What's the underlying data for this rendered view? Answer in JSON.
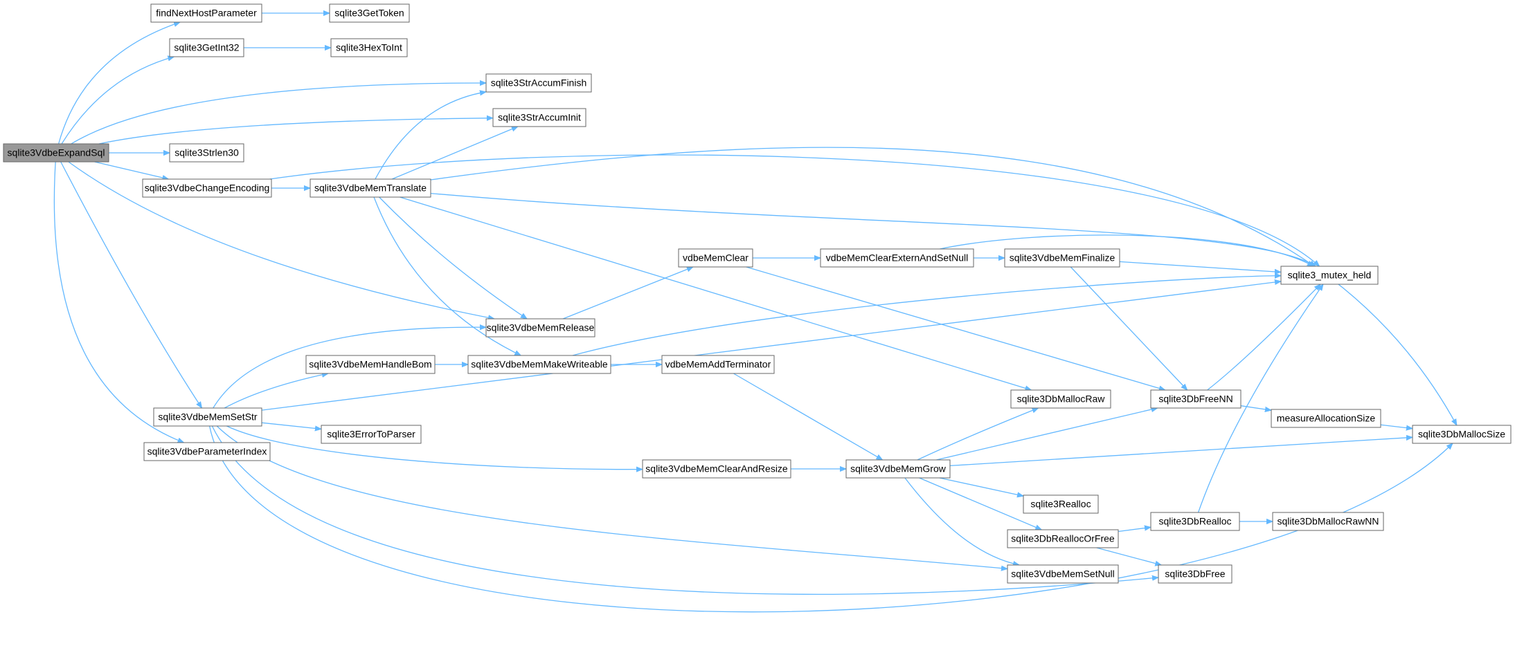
{
  "graph": {
    "colors": {
      "edge": "#63b8ff",
      "root_fill": "#999999",
      "node_border": "#666666",
      "node_fill": "#ffffff"
    },
    "nodes": {
      "sqlite3VdbeExpandSql": "sqlite3VdbeExpandSql",
      "findNextHostParameter": "findNextHostParameter",
      "sqlite3GetToken": "sqlite3GetToken",
      "sqlite3GetInt32": "sqlite3GetInt32",
      "sqlite3HexToInt": "sqlite3HexToInt",
      "sqlite3StrAccumFinish": "sqlite3StrAccumFinish",
      "sqlite3StrAccumInit": "sqlite3StrAccumInit",
      "sqlite3Strlen30": "sqlite3Strlen30",
      "sqlite3VdbeChangeEncoding": "sqlite3VdbeChangeEncoding",
      "sqlite3VdbeMemTranslate": "sqlite3VdbeMemTranslate",
      "sqlite3VdbeMemRelease": "sqlite3VdbeMemRelease",
      "sqlite3VdbeMemHandleBom": "sqlite3VdbeMemHandleBom",
      "sqlite3VdbeMemMakeWriteable": "sqlite3VdbeMemMakeWriteable",
      "vdbeMemAddTerminator": "vdbeMemAddTerminator",
      "vdbeMemClear": "vdbeMemClear",
      "vdbeMemClearExternAndSetNull": "vdbeMemClearExternAndSetNull",
      "sqlite3VdbeMemFinalize": "sqlite3VdbeMemFinalize",
      "sqlite3_mutex_held": "sqlite3_mutex_held",
      "sqlite3VdbeMemSetStr": "sqlite3VdbeMemSetStr",
      "sqlite3VdbeParameterIndex": "sqlite3VdbeParameterIndex",
      "sqlite3ErrorToParser": "sqlite3ErrorToParser",
      "sqlite3DbMallocRaw": "sqlite3DbMallocRaw",
      "sqlite3DbFreeNN": "sqlite3DbFreeNN",
      "measureAllocationSize": "measureAllocationSize",
      "sqlite3DbMallocSize": "sqlite3DbMallocSize",
      "sqlite3VdbeMemClearAndResize": "sqlite3VdbeMemClearAndResize",
      "sqlite3VdbeMemGrow": "sqlite3VdbeMemGrow",
      "sqlite3Realloc": "sqlite3Realloc",
      "sqlite3DbReallocOrFree": "sqlite3DbReallocOrFree",
      "sqlite3DbRealloc": "sqlite3DbRealloc",
      "sqlite3DbMallocRawNN": "sqlite3DbMallocRawNN",
      "sqlite3VdbeMemSetNull": "sqlite3VdbeMemSetNull",
      "sqlite3DbFree": "sqlite3DbFree"
    },
    "edges": [
      [
        "sqlite3VdbeExpandSql",
        "findNextHostParameter"
      ],
      [
        "sqlite3VdbeExpandSql",
        "sqlite3GetInt32"
      ],
      [
        "sqlite3VdbeExpandSql",
        "sqlite3StrAccumFinish"
      ],
      [
        "sqlite3VdbeExpandSql",
        "sqlite3StrAccumInit"
      ],
      [
        "sqlite3VdbeExpandSql",
        "sqlite3Strlen30"
      ],
      [
        "sqlite3VdbeExpandSql",
        "sqlite3VdbeChangeEncoding"
      ],
      [
        "sqlite3VdbeExpandSql",
        "sqlite3VdbeMemRelease"
      ],
      [
        "sqlite3VdbeExpandSql",
        "sqlite3VdbeMemSetStr"
      ],
      [
        "sqlite3VdbeExpandSql",
        "sqlite3VdbeParameterIndex"
      ],
      [
        "findNextHostParameter",
        "sqlite3GetToken"
      ],
      [
        "sqlite3GetInt32",
        "sqlite3HexToInt"
      ],
      [
        "sqlite3VdbeChangeEncoding",
        "sqlite3VdbeMemTranslate"
      ],
      [
        "sqlite3VdbeChangeEncoding",
        "sqlite3_mutex_held"
      ],
      [
        "sqlite3VdbeMemTranslate",
        "sqlite3StrAccumFinish"
      ],
      [
        "sqlite3VdbeMemTranslate",
        "sqlite3StrAccumInit"
      ],
      [
        "sqlite3VdbeMemTranslate",
        "sqlite3DbMallocSize"
      ],
      [
        "sqlite3VdbeMemTranslate",
        "sqlite3_mutex_held"
      ],
      [
        "sqlite3VdbeMemTranslate",
        "sqlite3VdbeMemRelease"
      ],
      [
        "sqlite3VdbeMemTranslate",
        "sqlite3VdbeMemMakeWriteable"
      ],
      [
        "sqlite3VdbeMemTranslate",
        "sqlite3DbMallocRaw"
      ],
      [
        "sqlite3VdbeMemRelease",
        "vdbeMemClear"
      ],
      [
        "vdbeMemClear",
        "vdbeMemClearExternAndSetNull"
      ],
      [
        "vdbeMemClear",
        "sqlite3DbFreeNN"
      ],
      [
        "vdbeMemClearExternAndSetNull",
        "sqlite3VdbeMemFinalize"
      ],
      [
        "vdbeMemClearExternAndSetNull",
        "sqlite3_mutex_held"
      ],
      [
        "sqlite3VdbeMemFinalize",
        "sqlite3_mutex_held"
      ],
      [
        "sqlite3VdbeMemFinalize",
        "sqlite3DbFreeNN"
      ],
      [
        "sqlite3VdbeMemSetStr",
        "sqlite3VdbeMemRelease"
      ],
      [
        "sqlite3VdbeMemSetStr",
        "sqlite3VdbeMemHandleBom"
      ],
      [
        "sqlite3VdbeMemSetStr",
        "sqlite3_mutex_held"
      ],
      [
        "sqlite3VdbeMemSetStr",
        "sqlite3ErrorToParser"
      ],
      [
        "sqlite3VdbeMemSetStr",
        "sqlite3VdbeMemClearAndResize"
      ],
      [
        "sqlite3VdbeMemSetStr",
        "sqlite3VdbeMemSetNull"
      ],
      [
        "sqlite3VdbeMemSetStr",
        "sqlite3DbFree"
      ],
      [
        "sqlite3VdbeMemSetStr",
        "sqlite3DbMallocSize"
      ],
      [
        "sqlite3VdbeMemHandleBom",
        "sqlite3VdbeMemMakeWriteable"
      ],
      [
        "sqlite3VdbeMemMakeWriteable",
        "vdbeMemAddTerminator"
      ],
      [
        "sqlite3VdbeMemMakeWriteable",
        "sqlite3_mutex_held"
      ],
      [
        "vdbeMemAddTerminator",
        "sqlite3VdbeMemGrow"
      ],
      [
        "sqlite3VdbeMemClearAndResize",
        "sqlite3VdbeMemGrow"
      ],
      [
        "sqlite3VdbeMemGrow",
        "sqlite3DbMallocRaw"
      ],
      [
        "sqlite3VdbeMemGrow",
        "sqlite3DbFreeNN"
      ],
      [
        "sqlite3VdbeMemGrow",
        "sqlite3DbMallocSize"
      ],
      [
        "sqlite3VdbeMemGrow",
        "sqlite3Realloc"
      ],
      [
        "sqlite3VdbeMemGrow",
        "sqlite3DbReallocOrFree"
      ],
      [
        "sqlite3VdbeMemGrow",
        "sqlite3VdbeMemSetNull"
      ],
      [
        "sqlite3DbFreeNN",
        "sqlite3_mutex_held"
      ],
      [
        "sqlite3DbFreeNN",
        "measureAllocationSize"
      ],
      [
        "measureAllocationSize",
        "sqlite3DbMallocSize"
      ],
      [
        "sqlite3DbReallocOrFree",
        "sqlite3DbRealloc"
      ],
      [
        "sqlite3DbReallocOrFree",
        "sqlite3DbFree"
      ],
      [
        "sqlite3DbRealloc",
        "sqlite3_mutex_held"
      ],
      [
        "sqlite3DbRealloc",
        "sqlite3DbMallocRawNN"
      ]
    ]
  }
}
